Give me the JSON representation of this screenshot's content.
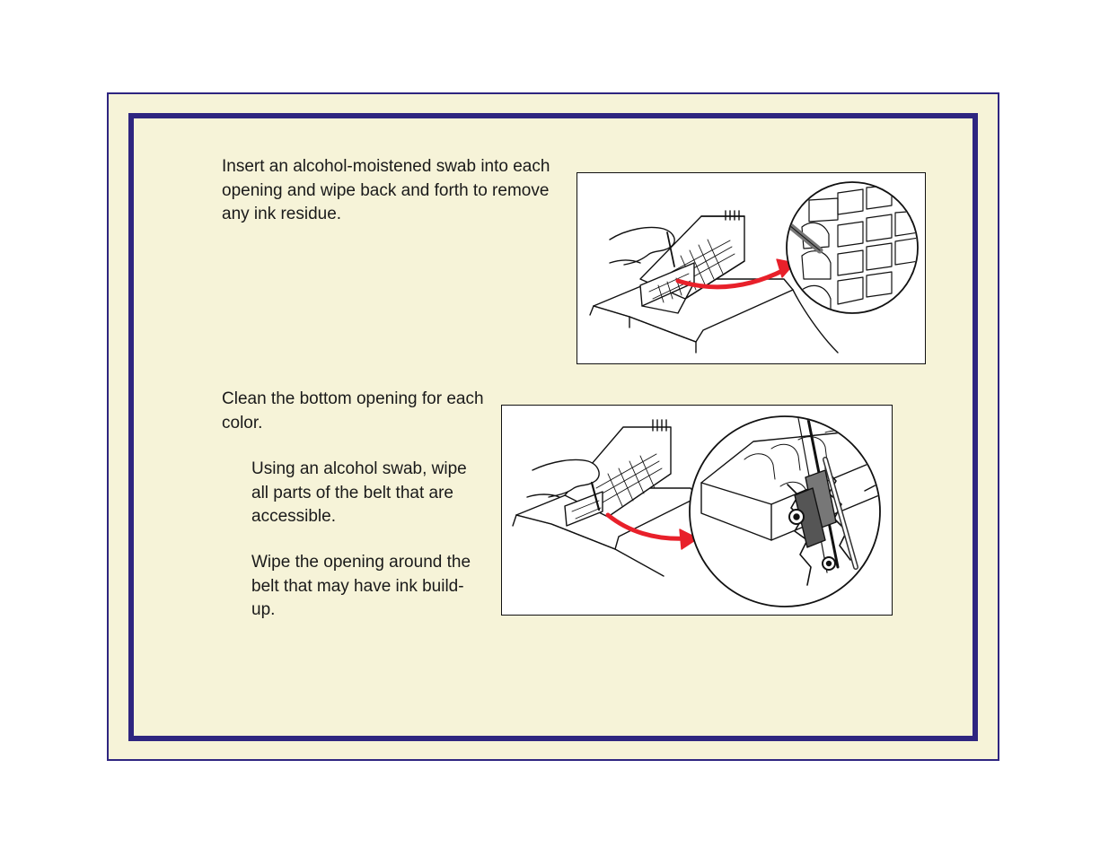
{
  "step1": {
    "instruction": "Insert an alcohol-moistened swab into each opening and wipe back and forth to remove any ink residue."
  },
  "step2": {
    "instruction": "Clean the bottom opening for each color.",
    "sub_steps": [
      "Using an alcohol swab, wipe all parts of the belt that are accessible.",
      "Wipe the opening around the belt that may have ink build-up."
    ]
  },
  "colors": {
    "frame": "#2e2580",
    "background": "#f6f3d8",
    "arrow": "#e8202a"
  }
}
